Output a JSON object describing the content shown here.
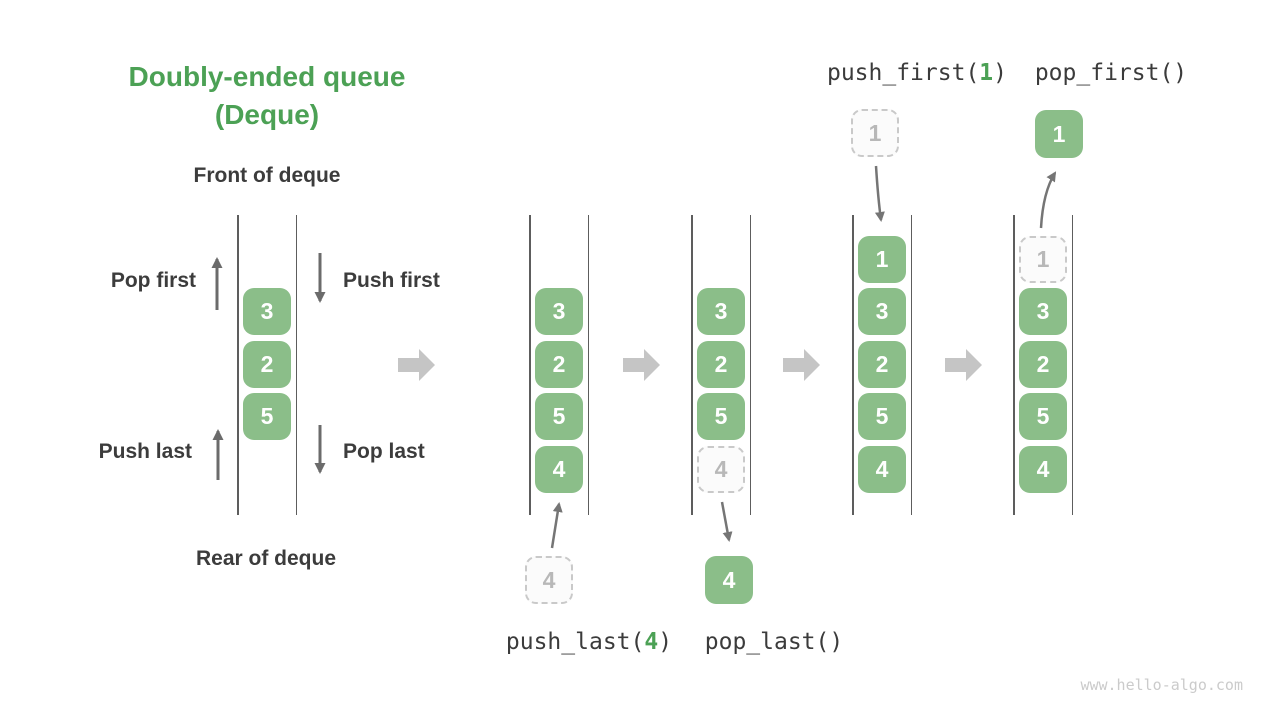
{
  "title": {
    "line1": "Doubly-ended queue",
    "line2": "(Deque)"
  },
  "side_labels": {
    "front": "Front of deque",
    "rear": "Rear of deque",
    "pop_first": "Pop first",
    "push_first": "Push first",
    "push_last": "Push last",
    "pop_last": "Pop last"
  },
  "operations": {
    "push_last": {
      "pre": "push_last(",
      "arg": "4",
      "post": ")"
    },
    "pop_last": {
      "text": "pop_last()"
    },
    "push_first": {
      "pre": "push_first(",
      "arg": "1",
      "post": ")"
    },
    "pop_first": {
      "text": "pop_first()"
    }
  },
  "queues": {
    "demo": {
      "cells": [
        "3",
        "2",
        "5"
      ]
    },
    "after_push_last": {
      "cells": [
        "3",
        "2",
        "5",
        "4"
      ]
    },
    "after_pop_last": {
      "cells": [
        "3",
        "2",
        "5"
      ],
      "ghost": "4"
    },
    "after_push_first": {
      "cells": [
        "1",
        "3",
        "2",
        "5",
        "4"
      ]
    },
    "after_pop_first": {
      "cells": [
        "3",
        "2",
        "5",
        "4"
      ],
      "ghost": "1"
    }
  },
  "floats": {
    "push_last_value": "4",
    "pop_last_value": "4",
    "push_first_value": "1",
    "pop_first_value": "1"
  },
  "watermark": "www.hello-algo.com",
  "colors": {
    "title_green": "#4CA155",
    "box_green": "#8BBE89",
    "dark_text": "#3C3C3C",
    "ghost_border": "#c9c9c9",
    "ghost_text": "#b8b8b8",
    "flow_arrow_gray": "#c5c5c5",
    "thin_arrow_gray": "#6b6b6b"
  }
}
